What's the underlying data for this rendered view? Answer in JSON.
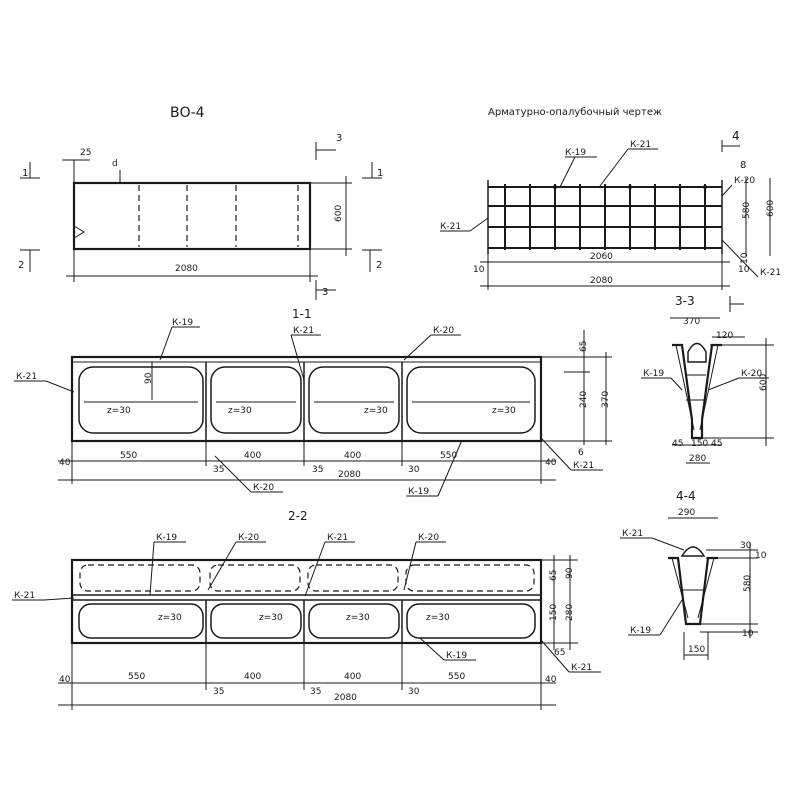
{
  "titles": {
    "mark": "ВО-4",
    "reinforcement": "Арматурно-опалубочный чертеж"
  },
  "plan": {
    "dims": {
      "end": "25",
      "total": "2080",
      "height": "600",
      "d": "d"
    },
    "cuts": {
      "c1": "1",
      "c2": "2",
      "c3": "3"
    }
  },
  "cage": {
    "labels": {
      "k19": "К-19",
      "k20": "К-20",
      "k21": "К-21"
    },
    "dims": {
      "inner": "2060",
      "total": "2080",
      "left": "10",
      "right": "10",
      "top": "8",
      "mid": "580",
      "full": "600",
      "bottom": "10"
    },
    "cut": "4"
  },
  "section11": {
    "title": "1-1",
    "labels": {
      "k19": "К-19",
      "k20": "К-20",
      "k21": "К-21"
    },
    "radius": "z=30",
    "dims": {
      "d90": "90",
      "d65": "65",
      "d240": "240",
      "d370": "370",
      "d6": "6",
      "left": "40",
      "s550a": "550",
      "s400a": "400",
      "s400b": "400",
      "s550b": "550",
      "right": "40",
      "g35a": "35",
      "g35b": "35",
      "g30": "30",
      "total": "2080"
    }
  },
  "section22": {
    "title": "2-2",
    "labels": {
      "k19": "К-19",
      "k20": "К-20",
      "k21": "К-21"
    },
    "radius": "z=30",
    "dims": {
      "d65": "65",
      "d90": "90",
      "d150": "150",
      "d280": "280",
      "left": "40",
      "s550a": "550",
      "s400a": "400",
      "s400b": "400",
      "s550b": "550",
      "right": "40",
      "g35a": "35",
      "g35b": "35",
      "g30": "30",
      "total": "2080"
    }
  },
  "section33": {
    "title": "3-3",
    "labels": {
      "k19": "К-19",
      "k20": "К-20"
    },
    "dims": {
      "top": "370",
      "d120": "120",
      "h600": "600",
      "b45a": "45",
      "b150": "150",
      "b45b": "45",
      "b280": "280"
    }
  },
  "section44": {
    "title": "4-4",
    "labels": {
      "k19": "К-19",
      "k21": "К-21"
    },
    "dims": {
      "top": "290",
      "d30": "30",
      "d10a": "10",
      "h580": "580",
      "d10b": "10",
      "b150": "150"
    }
  }
}
